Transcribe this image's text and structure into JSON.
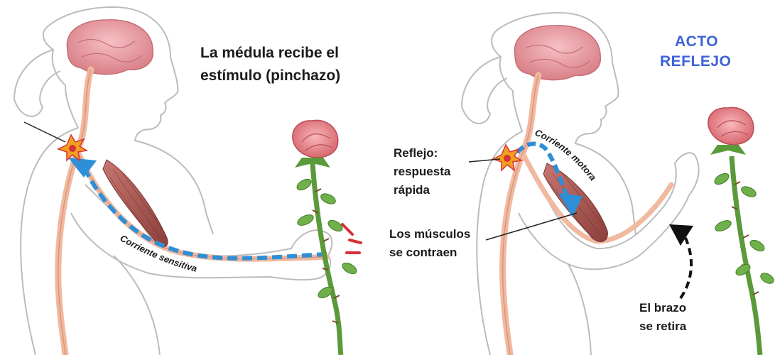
{
  "left_panel": {
    "caption_line1": "La médula recibe el",
    "caption_line2": "estímulo (pinchazo)",
    "sensory_path_label": "Corriente sensitiva"
  },
  "right_panel": {
    "title_line1": "ACTO",
    "title_line2": "REFLEJO",
    "reflex_label_line1": "Reflejo:",
    "reflex_label_line2": "respuesta",
    "reflex_label_line3": "rápida",
    "muscles_label_line1": "Los músculos",
    "muscles_label_line2": "se contraen",
    "motor_path_label": "Corriente motora",
    "arm_label_line1": "El brazo",
    "arm_label_line2": "se retira"
  },
  "colors": {
    "title_blue": "#3d63d8",
    "nerve_blue": "#2e8fd6",
    "brain_pink": "#e89aa0",
    "muscle_red": "#a3504b",
    "nerve_pink": "#f0b9a0",
    "rose_pink": "#e87f86",
    "stem_green": "#5a9a3a",
    "spark_orange": "#f2a11e",
    "prick_red": "#d8303a"
  }
}
